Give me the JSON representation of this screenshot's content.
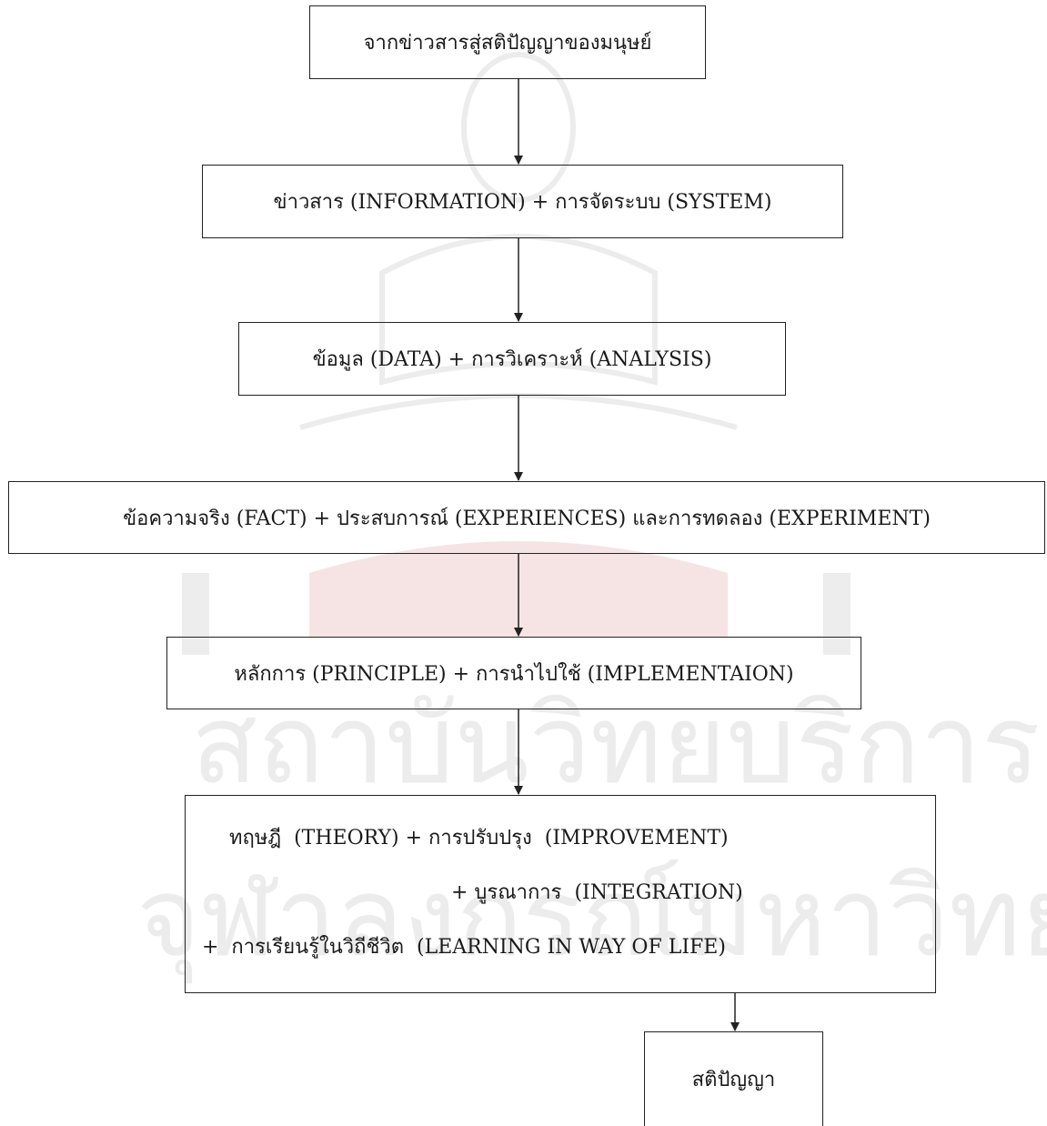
{
  "flowchart": {
    "top_box": "จากข่าวสารสู่สติปัญญาของมนุษย์",
    "info_box": "ข่าวสาร  (INFORMATION) + การจัดระบบ  (SYSTEM)",
    "data_box": "ข้อมูล  (DATA) + การวิเคราะห์  (ANALYSIS)",
    "fact_box": "ข้อความจริง  (FACT) + ประสบการณ์ (EXPERIENCES)  และการทดลอง  (EXPERIMENT)",
    "principle_box": "หลักการ  (PRINCIPLE) + การนำไปใช้  (IMPLEMENTAION)",
    "theory_box": {
      "line1": "ทฤษฎี  (THEORY) + การปรับปรุง  (IMPROVEMENT)",
      "line2": "+ บูรณาการ  (INTEGRATION)",
      "line3": "+  การเรียนรู้ในวิถีชีวิต  (LEARNING IN WAY OF LIFE)"
    },
    "wisdom_box": "สติปัญญา"
  },
  "watermark_text": [
    "สถาบันวิทยบริการ",
    "จุฬาลงกรณ์มหาวิทยาลัย"
  ],
  "colors": {
    "line": "#222222",
    "watermark": "#e8e8e8",
    "watermark_accent": "#f3dede"
  }
}
